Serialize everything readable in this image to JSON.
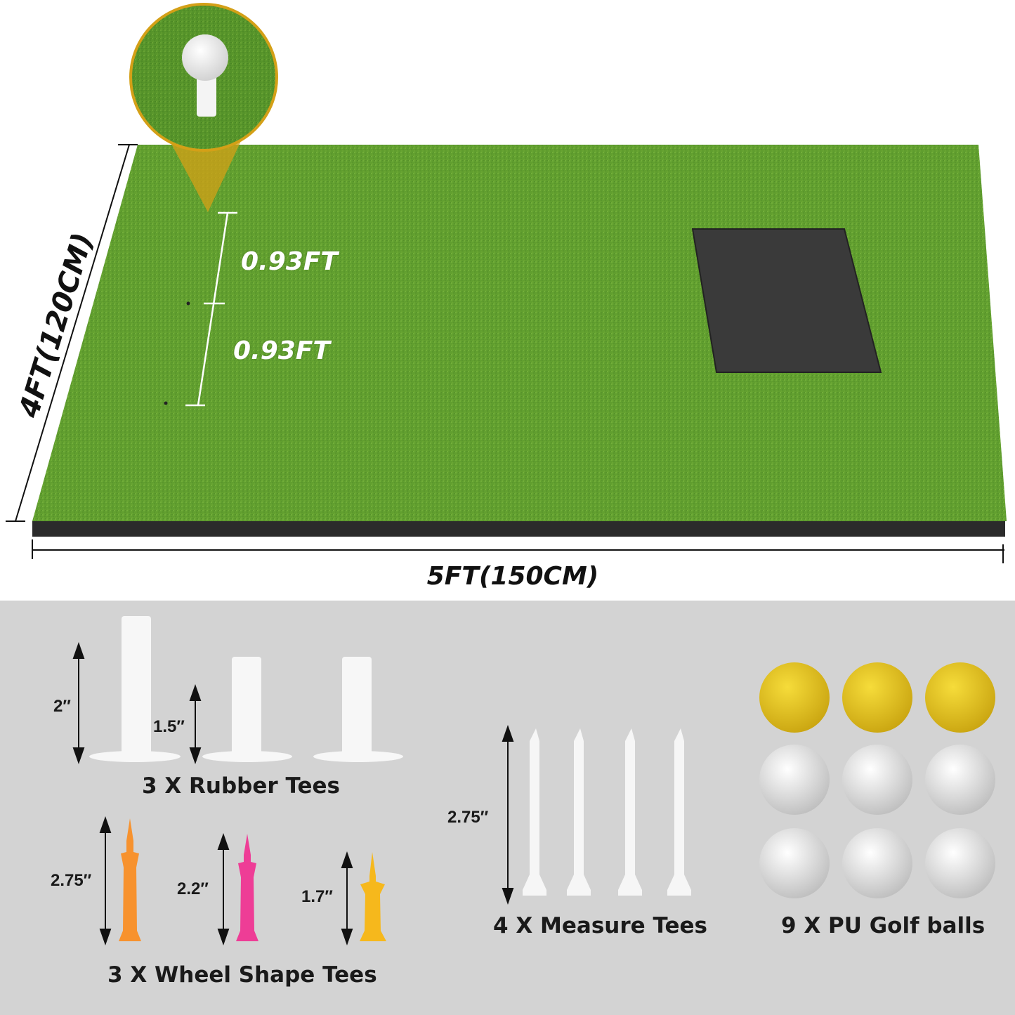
{
  "mat": {
    "width_label": "5FT(150CM)",
    "height_label": "4FT(120CM)",
    "tee_spacing_1": "0.93FT",
    "tee_spacing_2": "0.93FT",
    "colors": {
      "turf": "#5b9a2c",
      "turf_light": "#7cb33c",
      "base": "#2b2b2b",
      "hitting_pad": "#3a3a3a",
      "callout": "#d4a017"
    }
  },
  "accessories": {
    "background": "#d3d3d3",
    "rubber_tees": {
      "caption": "3 X Rubber Tees",
      "sizes": [
        "2″",
        "1.5″"
      ]
    },
    "wheel_tees": {
      "caption": "3 X Wheel Shape Tees",
      "sizes": [
        "2.75″",
        "2.2″",
        "1.7″"
      ],
      "colors": [
        "#f7922e",
        "#ee3d96",
        "#f6b81c"
      ]
    },
    "measure_tees": {
      "caption": "4 X Measure Tees",
      "size": "2.75″"
    },
    "golf_balls": {
      "caption": "9 X PU Golf balls",
      "colors": [
        "#e8c41a",
        "#e8c41a",
        "#e8c41a",
        "#f2f2f2",
        "#f2f2f2",
        "#f2f2f2",
        "#f2f2f2",
        "#f2f2f2",
        "#f2f2f2"
      ]
    }
  }
}
